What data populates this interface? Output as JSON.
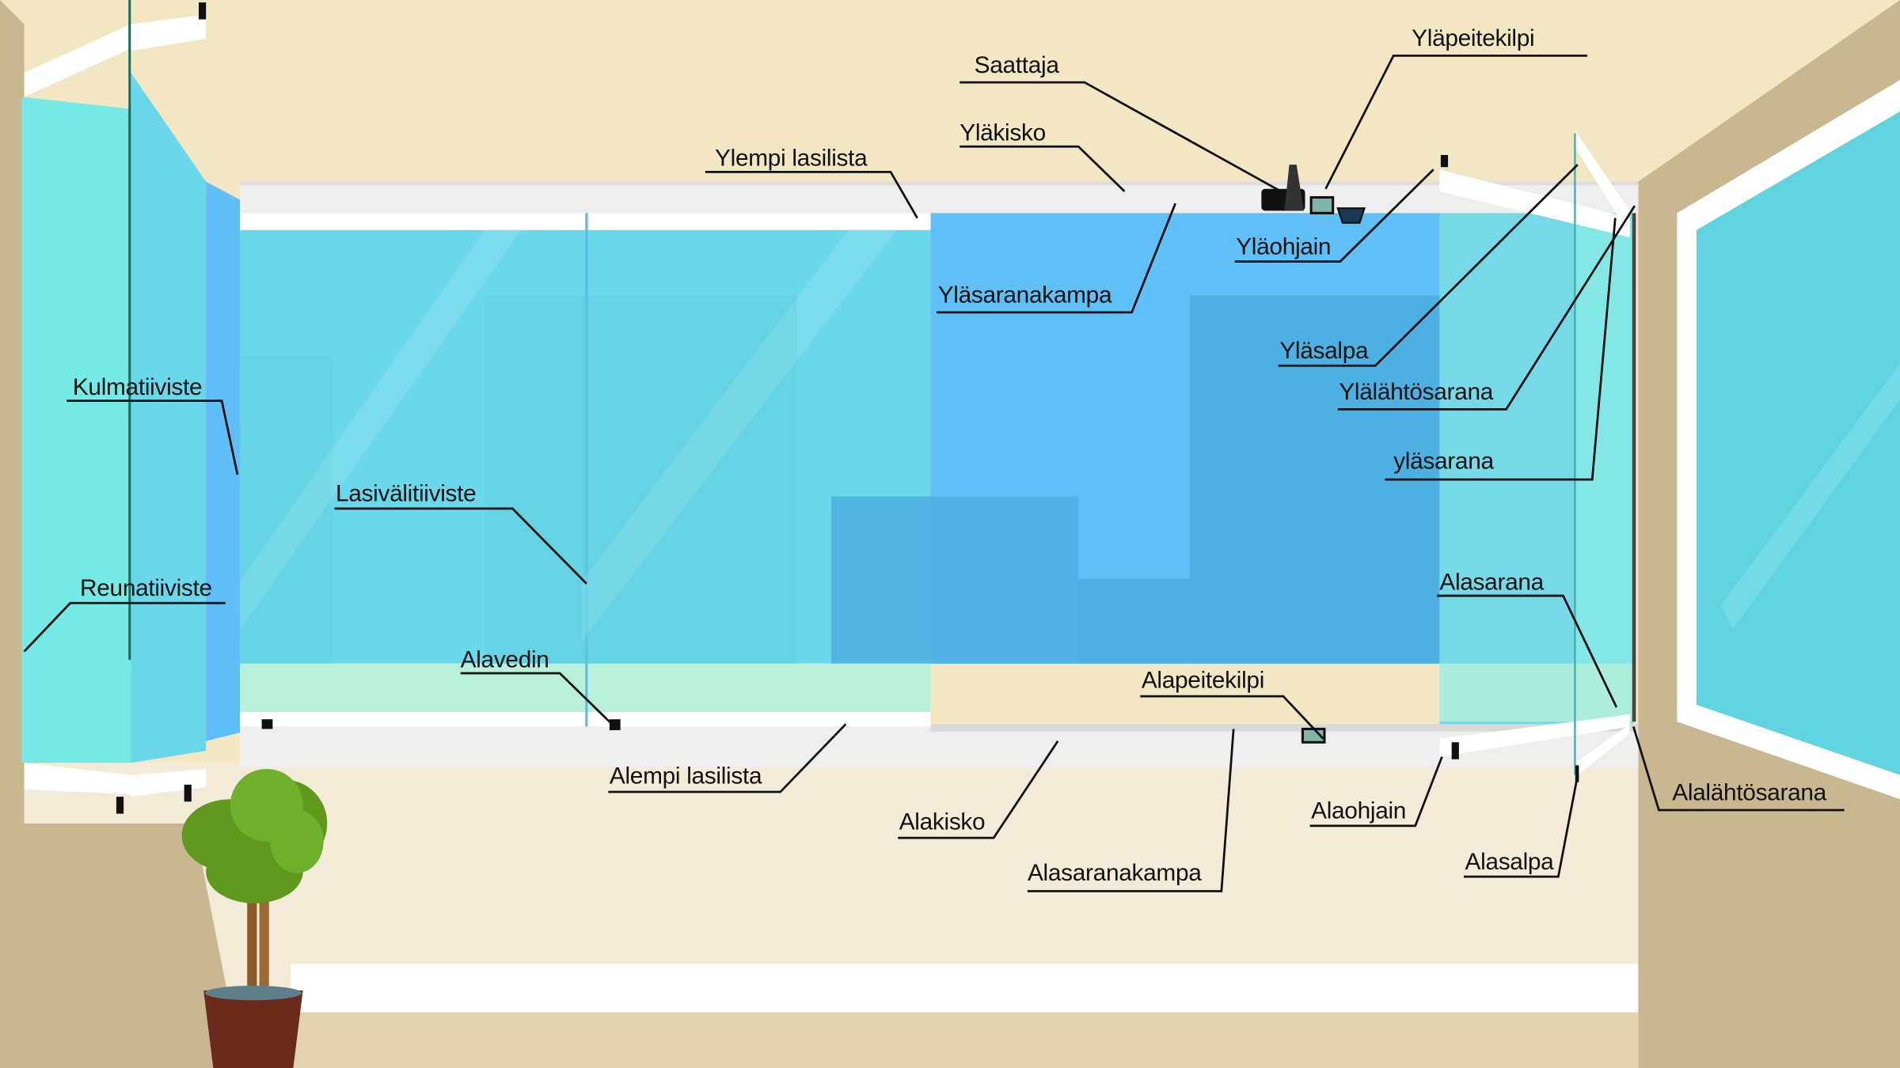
{
  "diagram": {
    "title": "Lasitusjärjestelmän osat",
    "colors": {
      "ceiling": "#f3e6c3",
      "floor": "#f3ead8",
      "side_wall": "#c9b790",
      "rail": "#eeeeee",
      "glass_light": "#6fdae8",
      "glass_dark": "#5ebef5",
      "glass_mint": "#b9f0da",
      "label_text": "#111111"
    },
    "labels": {
      "saattaja": "Saattaja",
      "ylapeitekilpi": "Yläpeitekilpi",
      "ylakisko": "Yläkisko",
      "ylempi_lasilista": "Ylempi lasilista",
      "ylaohjain": "Yläohjain",
      "ylasaranakampa": "Yläsaranakampa",
      "ylasalpa": "Yläsalpa",
      "ylalahtosarana": "Ylälähtösarana",
      "ylasarana": "yläsarana",
      "kulmatiiviste": "Kulmatiiviste",
      "lasivalitiiviste": "Lasivälitiiviste",
      "reunatiiviste": "Reunatiiviste",
      "alavedin": "Alavedin",
      "alempi_lasilista": "Alempi lasilista",
      "alakisko": "Alakisko",
      "alapeitekilpi": "Alapeitekilpi",
      "alasaranakampa": "Alasaranakampa",
      "alaohjain": "Alaohjain",
      "alasarana": "Alasarana",
      "alasalpa": "Alasalpa",
      "alalahtosarana": "Alalähtösarana"
    }
  }
}
